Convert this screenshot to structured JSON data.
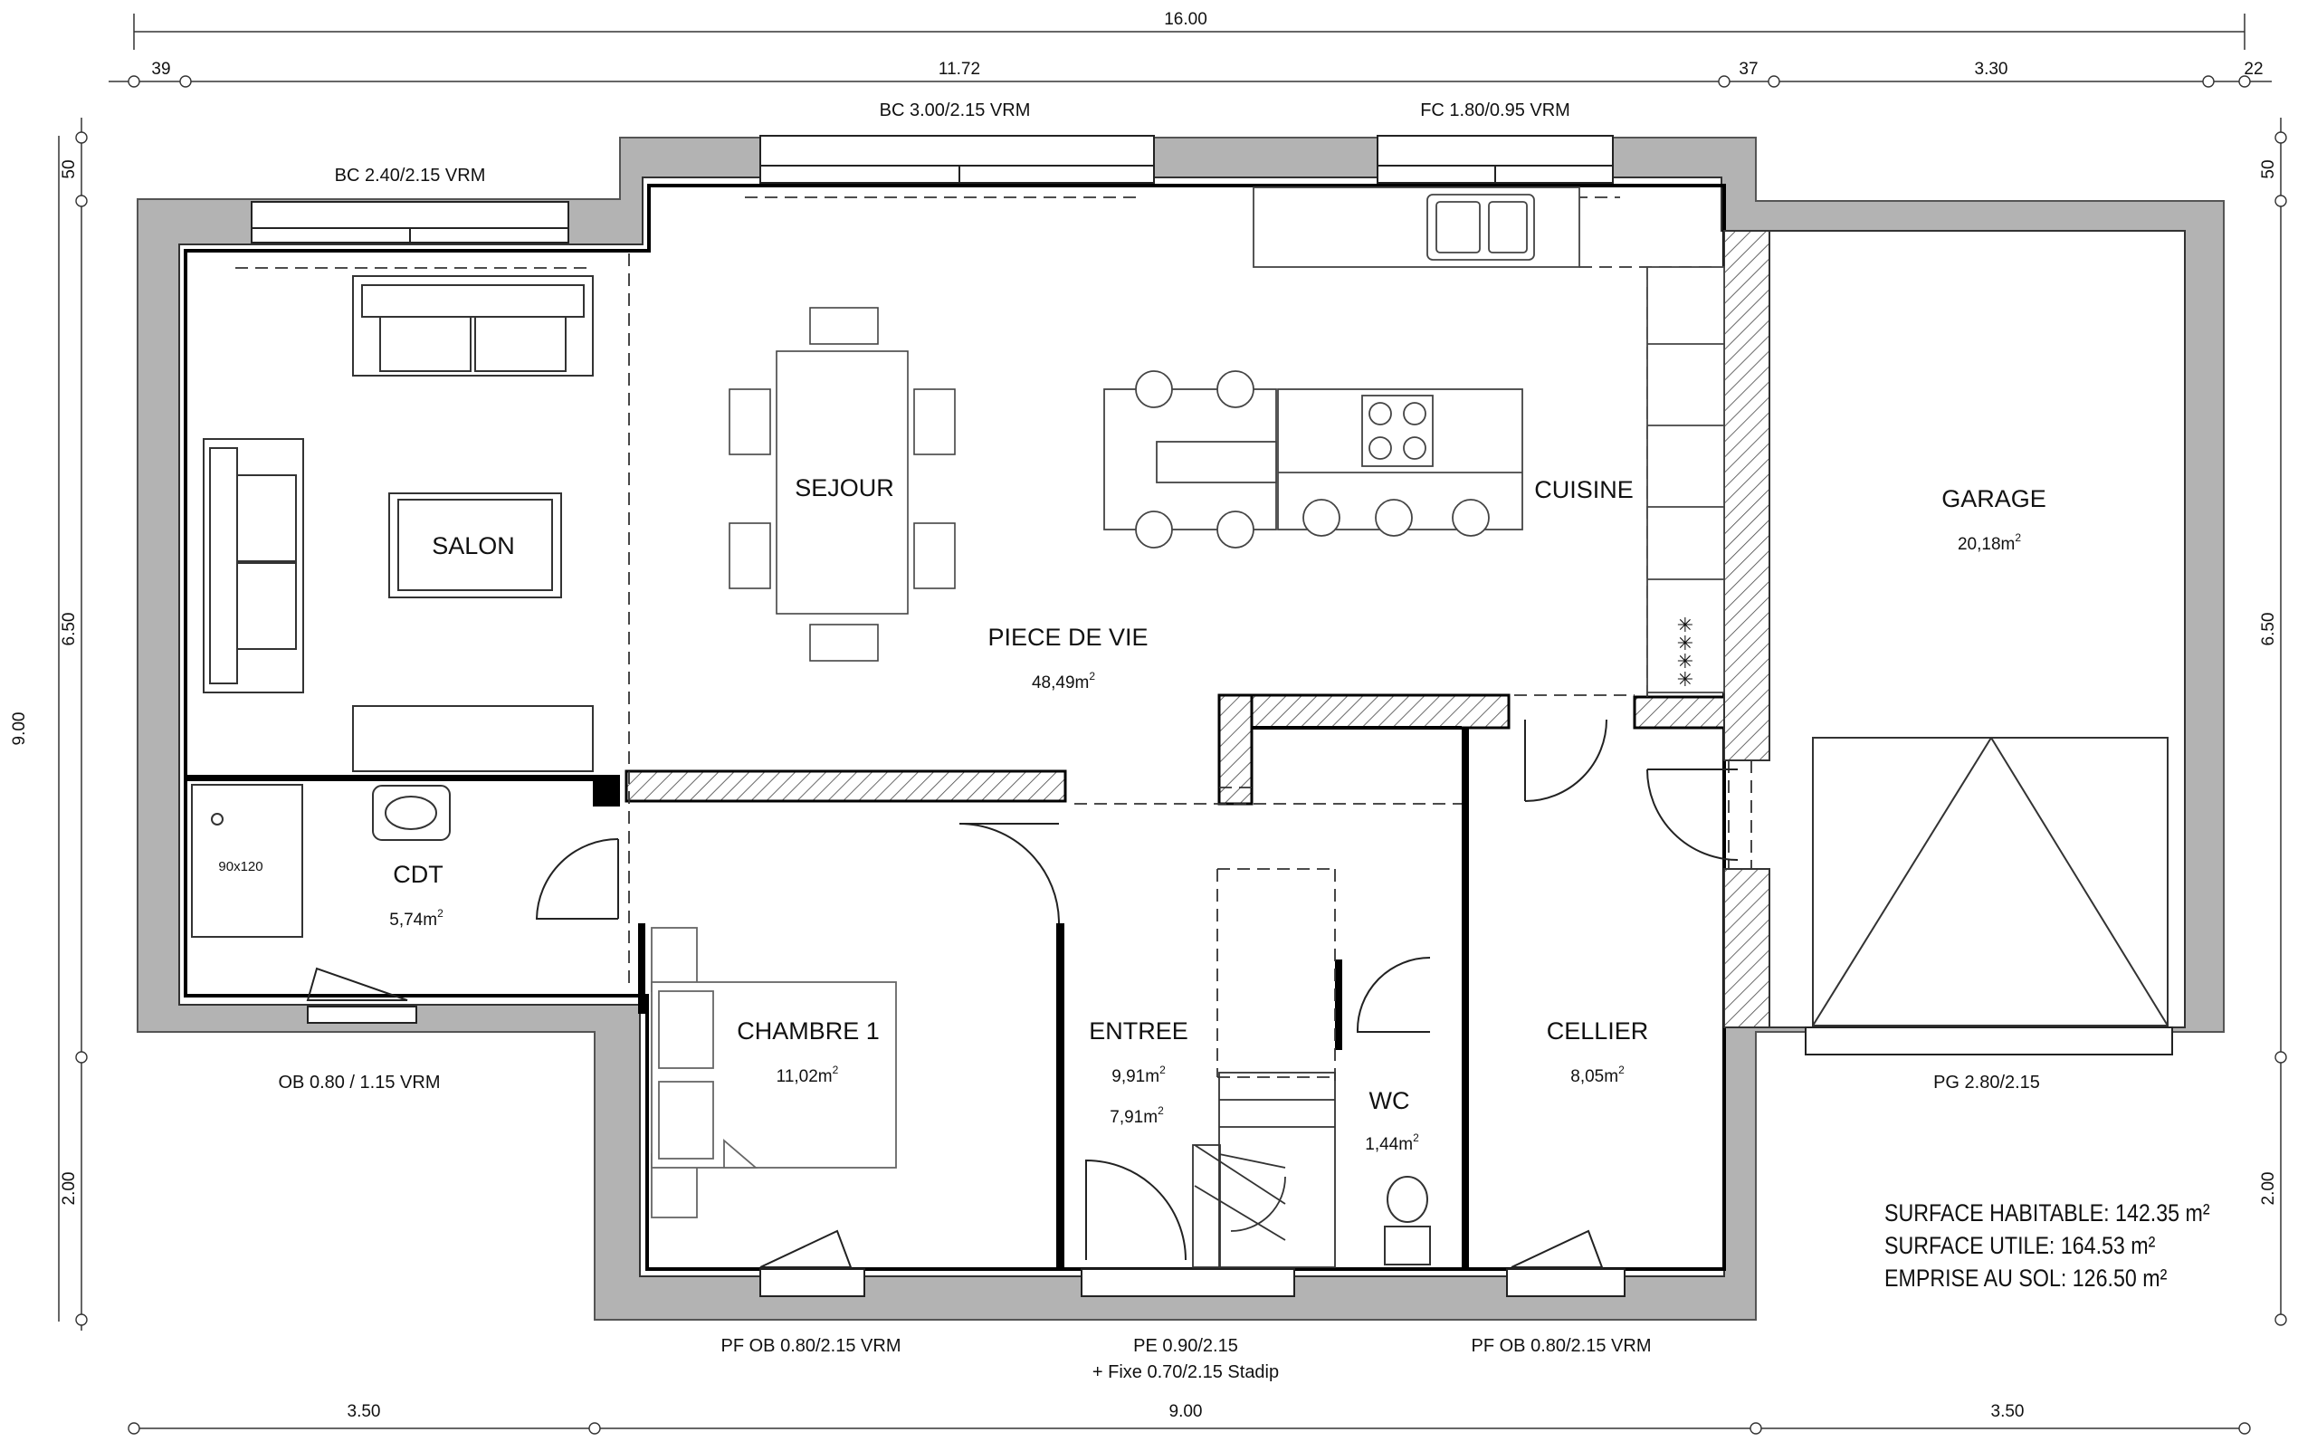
{
  "dimensions": {
    "top_total": "16.00",
    "top_segments": [
      "39",
      "11.72",
      "37",
      "3.30",
      "22"
    ],
    "left_total": "9.00",
    "left_segments": [
      "50",
      "6.50",
      "2.00"
    ],
    "right_segments": [
      "50",
      "6.50",
      "2.00"
    ],
    "bottom_total": "9.00",
    "bottom_segments": [
      "3.50",
      "3.50"
    ]
  },
  "openings": {
    "bc_salon": "BC 2.40/2.15 VRM",
    "bc_sejour": "BC 3.00/2.15 VRM",
    "fc_cuisine": "FC 1.80/0.95 VRM",
    "ob_cdt": "OB 0.80 / 1.15 VRM",
    "pg_garage": "PG 2.80/2.15",
    "pf_chambre": "PF OB 0.80/2.15 VRM",
    "pe_entree": "PE 0.90/2.15",
    "pe_entree_fixe": "+ Fixe 0.70/2.15 Stadip",
    "pf_cellier": "PF OB 0.80/2.15 VRM"
  },
  "rooms": {
    "salon": {
      "name": "SALON"
    },
    "sejour": {
      "name": "SEJOUR"
    },
    "cuisine": {
      "name": "CUISINE"
    },
    "piece_de_vie": {
      "name": "PIECE DE VIE",
      "area": "48,49m",
      "sup": "2"
    },
    "garage": {
      "name": "GARAGE",
      "area": "20,18m",
      "sup": "2"
    },
    "cdt": {
      "name": "CDT",
      "area": "5,74m",
      "sup": "2",
      "shower": "90x120"
    },
    "chambre1": {
      "name": "CHAMBRE 1",
      "area": "11,02m",
      "sup": "2"
    },
    "entree": {
      "name": "ENTREE",
      "area": "9,91m",
      "area2": "7,91m",
      "sup": "2"
    },
    "wc": {
      "name": "WC",
      "area": "1,44m",
      "sup": "2"
    },
    "cellier": {
      "name": "CELLIER",
      "area": "8,05m",
      "sup": "2"
    }
  },
  "summary": {
    "habitable": "SURFACE HABITABLE: 142.35 m²",
    "utile": "SURFACE UTILE: 164.53 m²",
    "emprise": "EMPRISE AU SOL: 126.50 m²"
  }
}
